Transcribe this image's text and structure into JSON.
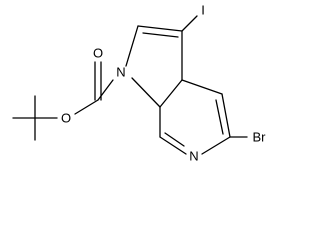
{
  "molecule": {
    "atoms": {
      "iodine": "I",
      "bromine": "Br",
      "pyrrole_nitrogen": "N",
      "pyridine_nitrogen": "N",
      "carbonyl_oxygen": "O",
      "ester_oxygen": "O"
    }
  }
}
